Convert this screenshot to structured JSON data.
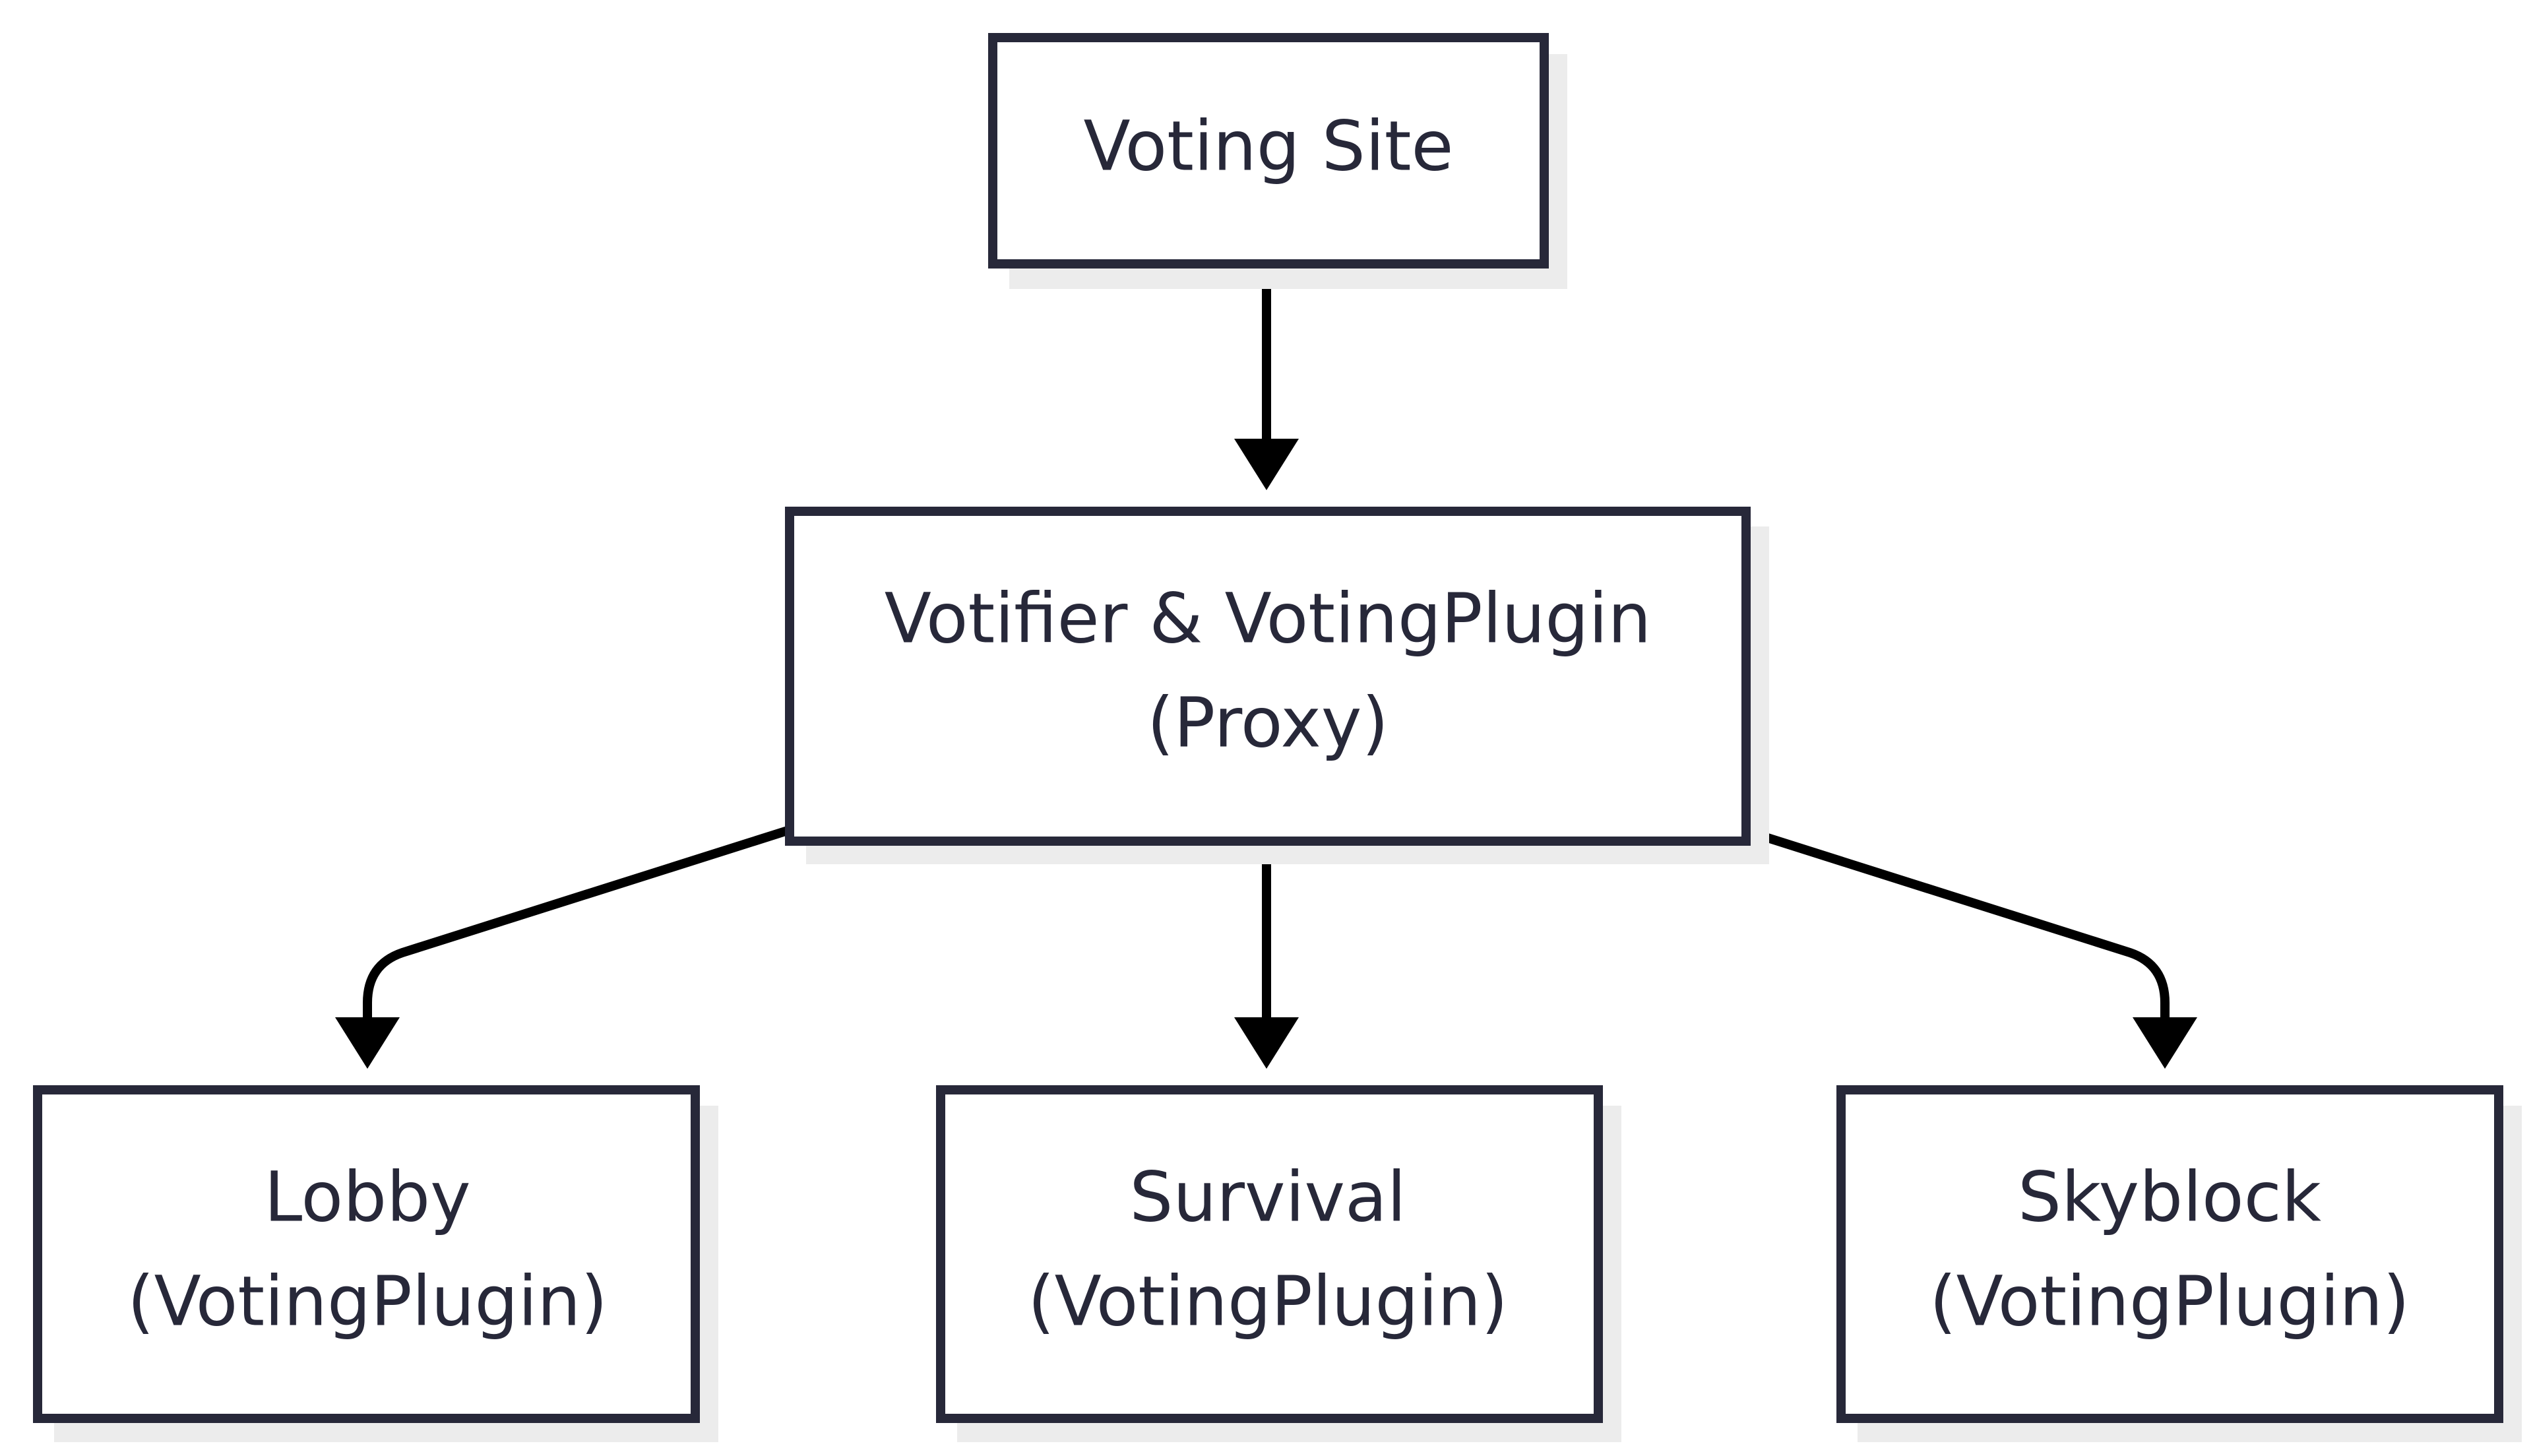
{
  "diagram": {
    "type": "flowchart",
    "direction": "top-down",
    "colors": {
      "node_border": "#272839",
      "node_text": "#272839",
      "node_fill": "#ffffff",
      "node_shadow": "#ececec",
      "edge": "#000000"
    },
    "nodes": {
      "voting_site": {
        "lines": [
          "Voting Site"
        ]
      },
      "proxy": {
        "lines": [
          "Votifier & VotingPlugin",
          "(Proxy)"
        ]
      },
      "lobby": {
        "lines": [
          "Lobby",
          "(VotingPlugin)"
        ]
      },
      "survival": {
        "lines": [
          "Survival",
          "(VotingPlugin)"
        ]
      },
      "skyblock": {
        "lines": [
          "Skyblock",
          "(VotingPlugin)"
        ]
      }
    },
    "edges": [
      {
        "from": "voting_site",
        "to": "proxy"
      },
      {
        "from": "proxy",
        "to": "lobby"
      },
      {
        "from": "proxy",
        "to": "survival"
      },
      {
        "from": "proxy",
        "to": "skyblock"
      }
    ]
  }
}
